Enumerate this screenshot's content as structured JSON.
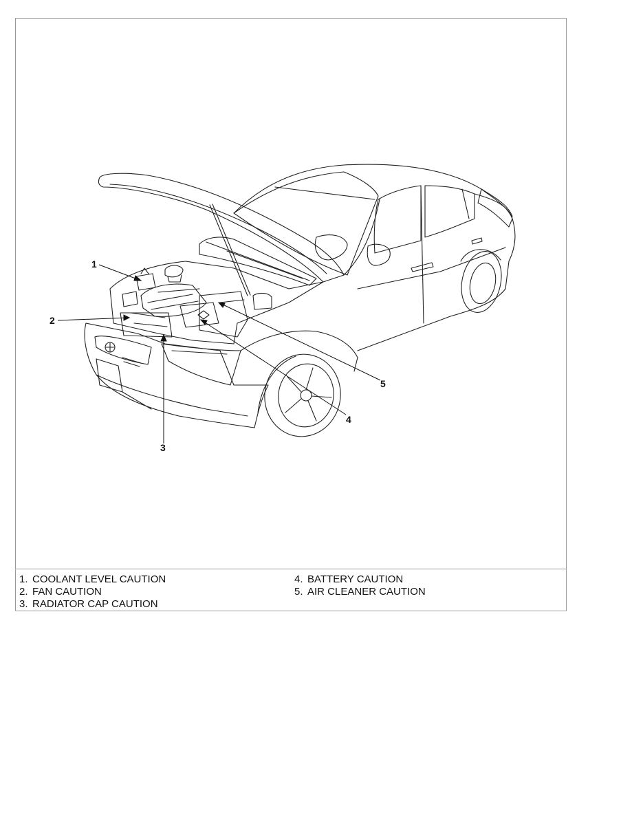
{
  "diagram": {
    "callouts": [
      {
        "number": "1"
      },
      {
        "number": "2"
      },
      {
        "number": "3"
      },
      {
        "number": "4"
      },
      {
        "number": "5"
      }
    ]
  },
  "legend": {
    "left": [
      {
        "num": "1.",
        "label": "COOLANT LEVEL CAUTION"
      },
      {
        "num": "2.",
        "label": "FAN CAUTION"
      },
      {
        "num": "3.",
        "label": "RADIATOR CAP CAUTION"
      }
    ],
    "right": [
      {
        "num": "4.",
        "label": "BATTERY CAUTION"
      },
      {
        "num": "5.",
        "label": "AIR CLEANER CAUTION"
      }
    ]
  }
}
